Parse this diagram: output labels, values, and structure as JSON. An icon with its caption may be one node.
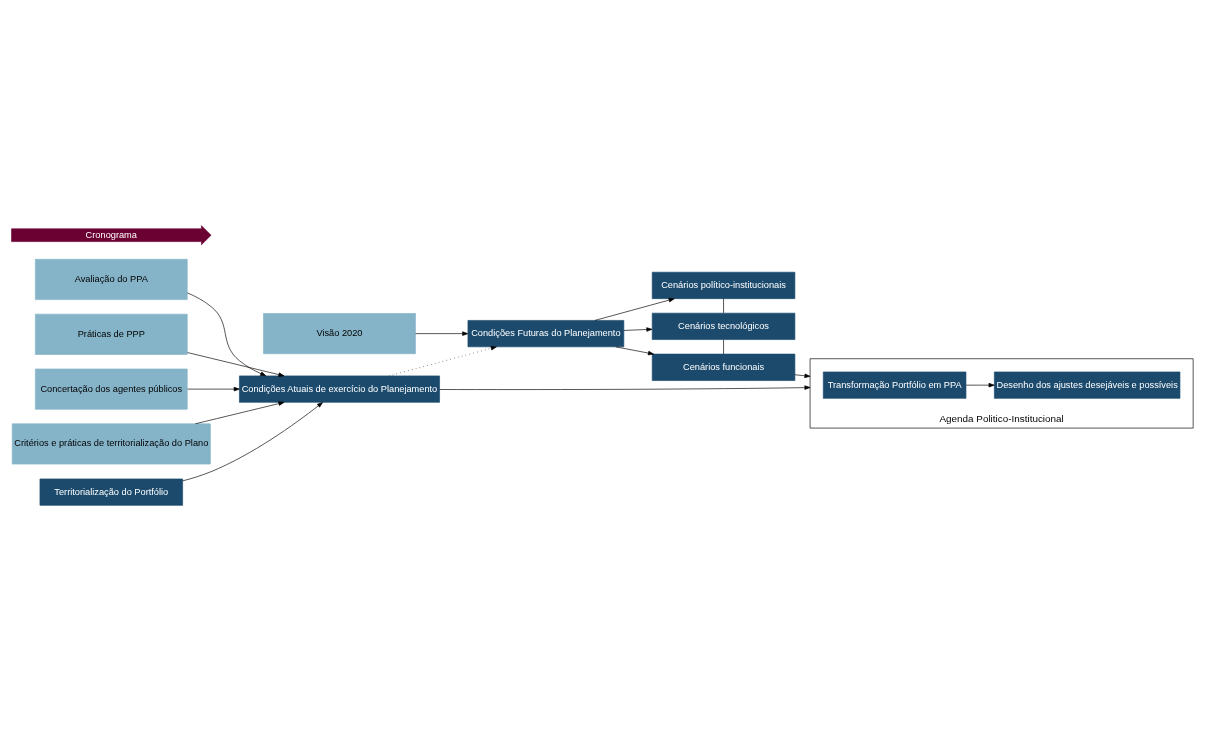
{
  "diagram": {
    "nodes": [
      {
        "text": [
          "Visão 2020"
        ]
      },
      {
        "text": [
          "Condições Futuras do Planejamento"
        ]
      },
      {
        "text": [
          "Cenários político-institucionais"
        ]
      },
      {
        "text": [
          "Cenários tecnológicos"
        ]
      },
      {
        "text": [
          "Cenários funcionais"
        ]
      },
      {
        "text": [
          "Avaliação do PPA"
        ]
      },
      {
        "text": [
          "Práticas de PPP"
        ]
      },
      {
        "text": [
          "Concertação dos agentes públicos"
        ]
      },
      {
        "text": [
          "Critérios e práticas de territorialização do Plano"
        ]
      },
      {
        "text": [
          "Condições Atuais de exercício do Planejamento"
        ]
      },
      {
        "text": [
          "Territorialização do Portfólio"
        ]
      },
      {
        "text": [
          "Agenda Politico-Institucional"
        ]
      },
      {
        "text": [
          "Transformação Portfólio em PPA"
        ],
        "in": 11
      },
      {
        "text": [
          "Desenho dos ajustes desejáveis e possíveis"
        ],
        "in": 11
      },
      {
        "text": [
          "Cronograma"
        ]
      }
    ],
    "edges": [
      {
        "from": 0,
        "to": 1,
        "arrow": "to"
      },
      {
        "from": 1,
        "to": 2,
        "arrow": "to"
      },
      {
        "from": 1,
        "to": 3,
        "arrow": "to"
      },
      {
        "from": 1,
        "to": 4,
        "arrow": "to"
      },
      {
        "from": 2,
        "to": 3,
        "arrow": "none"
      },
      {
        "from": 3,
        "to": 4,
        "arrow": "none"
      },
      {
        "from": 4,
        "to": 11,
        "arrow": "to"
      },
      {
        "from": 5,
        "to": 9,
        "arrow": "to"
      },
      {
        "from": 6,
        "to": 9,
        "arrow": "to"
      },
      {
        "from": 7,
        "to": 9,
        "arrow": "to"
      },
      {
        "from": 8,
        "to": 9,
        "arrow": "to"
      },
      {
        "from": 9,
        "to": 1,
        "arrow": "to",
        "style": "dashed"
      },
      {
        "from": 10,
        "to": 9,
        "arrow": "to"
      },
      {
        "from": 9,
        "to": 11,
        "arrow": "to"
      },
      {
        "from": 12,
        "to": 13,
        "arrow": "to"
      }
    ]
  }
}
